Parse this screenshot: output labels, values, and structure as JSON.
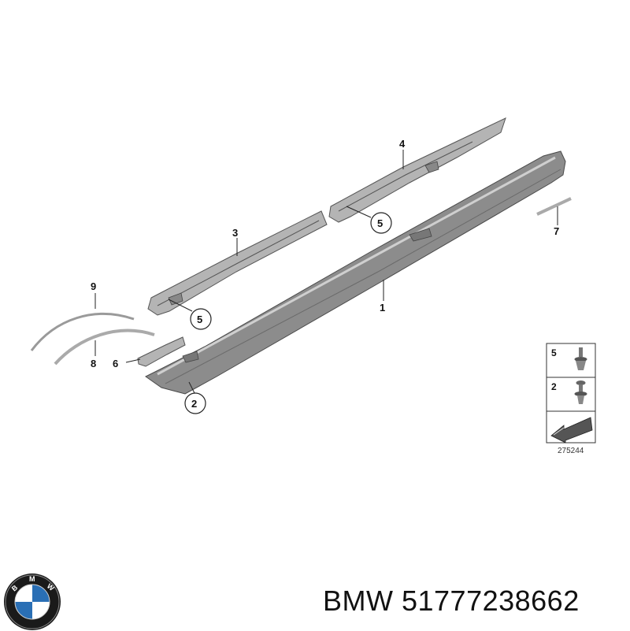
{
  "callouts": {
    "c1": "1",
    "c2": "2",
    "c3": "3",
    "c4": "4",
    "c5a": "5",
    "c5b": "5",
    "c6": "6",
    "c7": "7",
    "c8": "8",
    "c9": "9"
  },
  "legend": {
    "items": [
      "5",
      "2"
    ],
    "reference_code": "275244"
  },
  "logo": {
    "letters": "BMW",
    "colors": {
      "blue": "#2a6fb5",
      "white": "#ffffff",
      "ring": "#1a1a1a"
    }
  },
  "caption": "BMW 51777238662"
}
